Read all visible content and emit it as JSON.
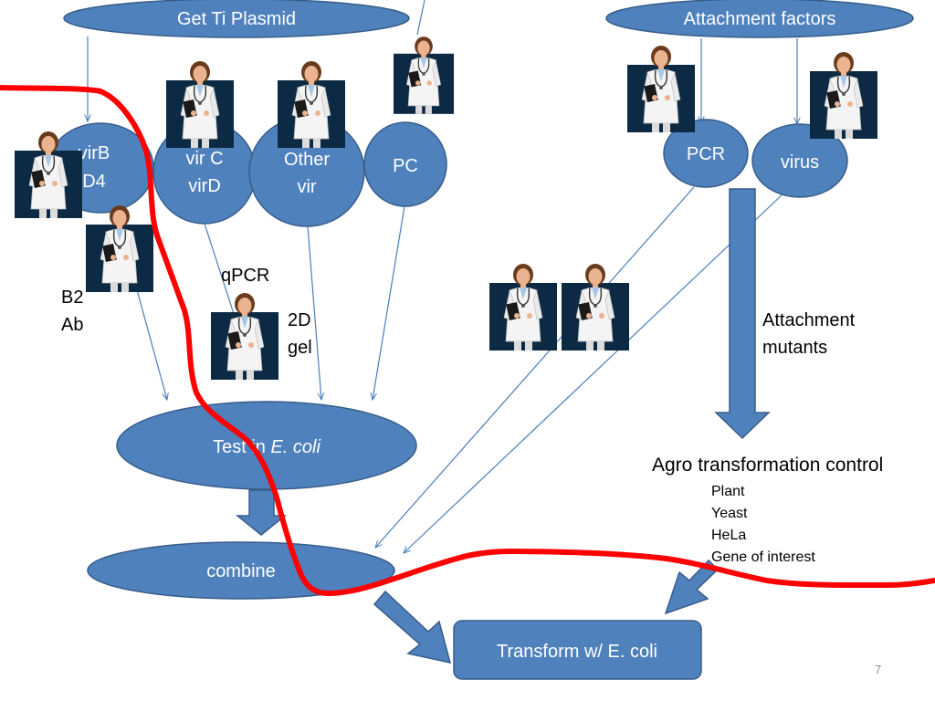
{
  "colors": {
    "shape_fill": "#4f81bd",
    "shape_stroke": "#385d8a",
    "connector": "#4a7ebb",
    "red_line": "#ff0000",
    "doctor_bg": "#0d2a45",
    "coat": "#f4f4f4",
    "hair": "#6a3b1c"
  },
  "nodes": {
    "get_ti_plasmid": "Get Ti Plasmid",
    "attachment_factors": "Attachment factors",
    "virb_line1": "virB",
    "virb_line2": "D4",
    "virc_line1": "vir C",
    "virc_line2": "virD",
    "other_line1": "Other",
    "other_line2": "vir",
    "pc": "PC",
    "pcr": "PCR",
    "virus": "virus",
    "test_prefix": "Test in ",
    "test_italic": "E. coli",
    "combine": "combine",
    "transform": "Transform w/ E. coli"
  },
  "labels": {
    "qpcr": "qPCR",
    "b2": "B2",
    "ab": "Ab",
    "gel_2d": "2D",
    "gel": "gel",
    "attachment_mutants_1": "Attachment",
    "attachment_mutants_2": "mutants",
    "agro_title": "Agro transformation control",
    "agro_items": [
      "Plant",
      "Yeast",
      "HeLa",
      "Gene of interest"
    ]
  },
  "slide_number": "7",
  "icons": {
    "doctor": "doctor-icon"
  }
}
